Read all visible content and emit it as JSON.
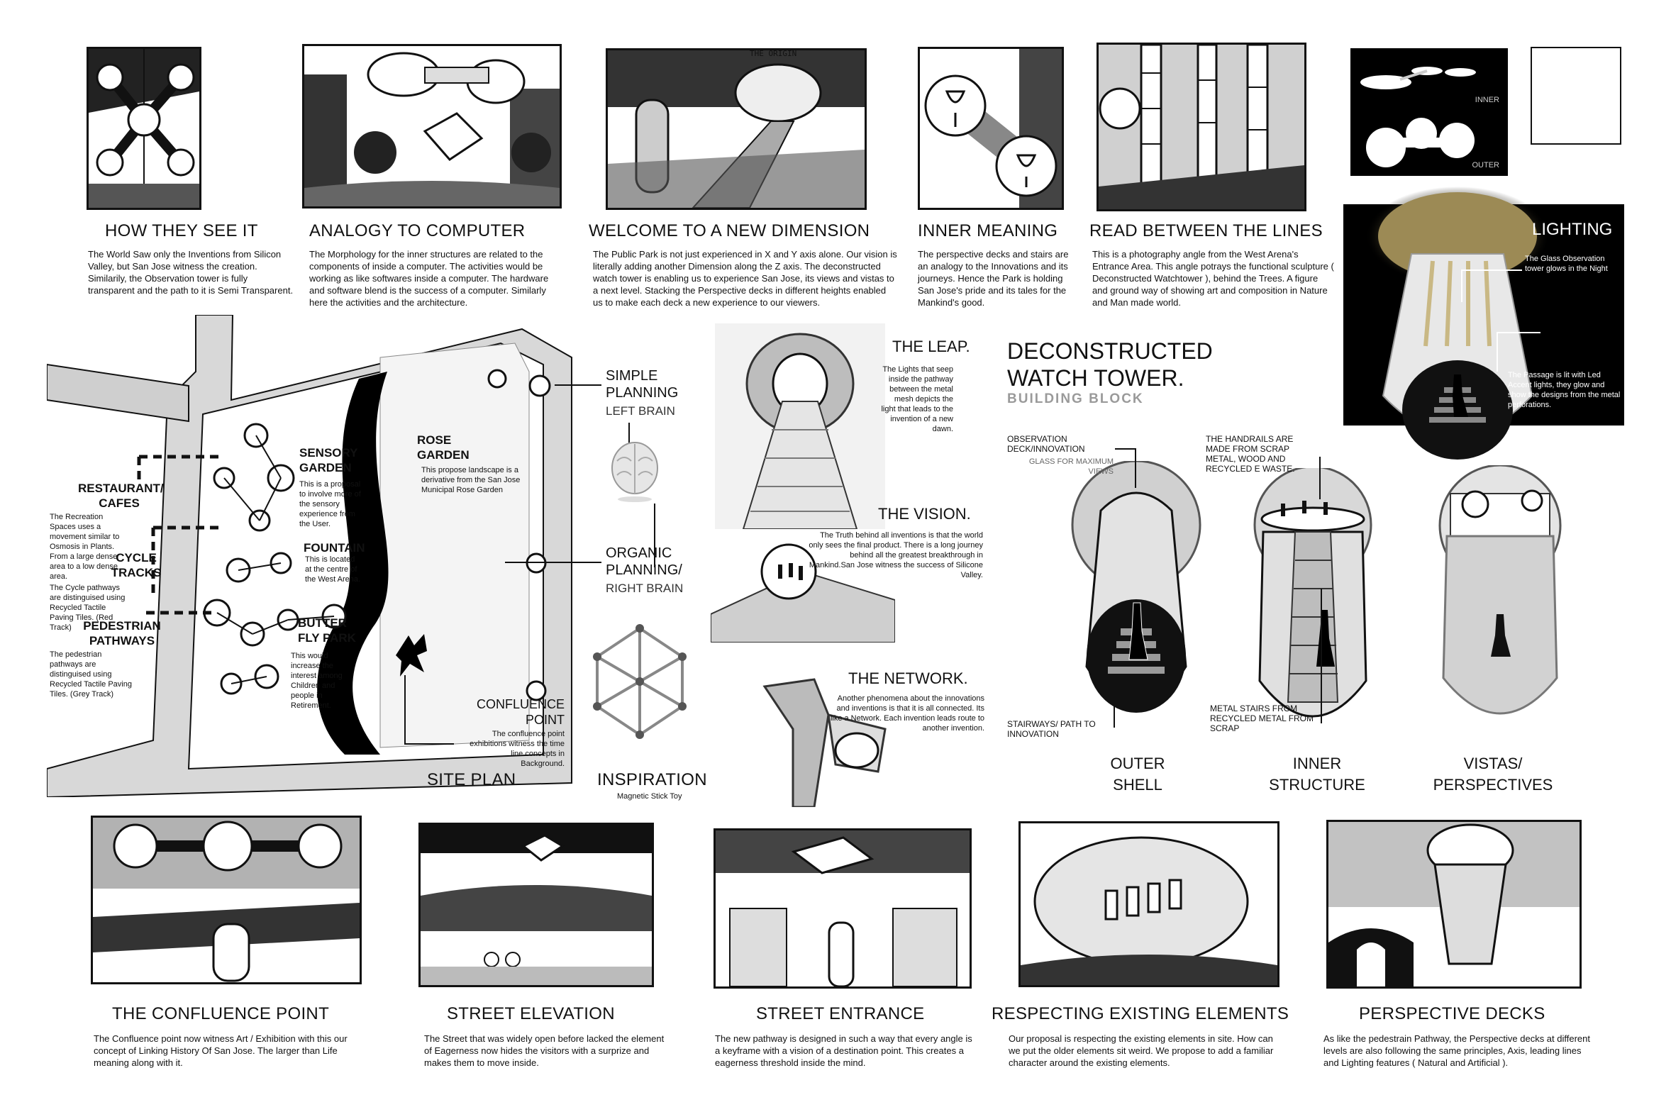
{
  "top_panels": [
    {
      "title": "HOW THEY SEE IT",
      "text": "The World Saw only the Inventions from Silicon Valley, but San Jose witness the creation. Similarily, the Observation tower is fully transparent and the path to it is Semi Transparent."
    },
    {
      "title": "ANALOGY TO COMPUTER",
      "text": "The Morphology for the inner structures are related to the components of inside a computer. The activities would be working as like softwares inside a computer. The hardware and software blend is the success of a computer. Similarly here the activities and the architecture."
    },
    {
      "title": "WELCOME TO A NEW DIMENSION",
      "text": "The Public Park is not just experienced in X and Y axis alone. Our vision is literally adding another Dimension along the Z axis. The deconstructed watch tower is enabling us to experience San Jose, its views and vistas to a next level. Stacking the Perspective decks in different heights enabled us to make each deck a new experience to our viewers.",
      "sketch_note": "THE ORIGIN"
    },
    {
      "title": "INNER MEANING",
      "text": "The perspective decks and stairs are an analogy to the Innovations and its journeys. Hence the Park is holding San Jose's pride and its tales for the Mankind's good."
    },
    {
      "title": "READ BETWEEN THE LINES",
      "text": "This is a photography angle from the West Arena's Entrance Area. This angle potrays the functional sculpture ( Deconstructed Watchtower ), behind the Trees. A figure and ground way of showing art and composition in Nature and Man made world."
    }
  ],
  "inner_outer": {
    "inner": "INNER",
    "outer": "OUTER"
  },
  "lighting": {
    "title": "LIGHTING",
    "note1": "The Glass Observation tower glows in the Night",
    "note2": "The Passage is lit with Led Accent lights, they glow and show the designs from the metal perforations."
  },
  "site_plan": {
    "title": "SITE PLAN",
    "labels": {
      "restaurant": "RESTAURANT/ CAFES",
      "restaurant_text": "The Recreation Spaces uses a movement similar to Osmosis in Plants. From a large dense area to a low dense area.",
      "cycle": "CYCLE TRACKS",
      "cycle_text": "The Cycle pathways are distinguised using Recycled Tactile Paving Tiles. (Red Track)",
      "pedestrian": "PEDESTRIAN PATHWAYS",
      "pedestrian_text": "The pedestrian pathways are distinguised using Recycled Tactile Paving Tiles. (Grey Track)",
      "sensory": "SENSORY GARDEN",
      "sensory_text": "This is a proposal to involve more of the sensory experience from the User.",
      "fountain": "FOUNTAIN",
      "fountain_text": "This is located at the centre of the West Arena.",
      "butterfly": "BUTTER FLY PARK",
      "butterfly_text": "This would increase the interest among Children and people in Retirement.",
      "rose": "ROSE GARDEN",
      "rose_text": "This propose landscape is a derivative from the San Jose Municipal Rose Garden",
      "confluence": "CONFLUENCE POINT",
      "confluence_text": "The confluence point exhibitions witness the time line concepts in Background."
    }
  },
  "inspiration": {
    "simple_title": "SIMPLE PLANNING",
    "simple_sub": "LEFT BRAIN",
    "organic_title": "ORGANIC PLANNING/",
    "organic_sub": "RIGHT BRAIN",
    "title": "INSPIRATION",
    "sub": "Magnetic Stick Toy"
  },
  "leap": {
    "title": "THE LEAP.",
    "text": "The Lights that seep inside the pathway between the metal mesh depicts the light that leads to the invention of a new dawn."
  },
  "vision": {
    "title": "THE VISION.",
    "text": "The Truth behind all inventions is that the world only sees the final product. There is a long journey behind all the greatest breakthrough in Mankind.San Jose witness the success of Silicone Valley."
  },
  "network": {
    "title": "THE NETWORK.",
    "text": "Another phenomena about the innovations and inventions is that it is all connected. Its like a Network. Each invention leads route to another invention."
  },
  "tower": {
    "title_line1": "DECONSTRUCTED",
    "title_line2": "WATCH TOWER.",
    "subtitle": "BUILDING BLOCK",
    "obs_label": "OBSERVATION DECK/INNOVATION",
    "obs_sub": "GLASS FOR MAXIMUM VIEWS",
    "handrails": "THE HANDRAILS ARE MADE FROM SCRAP METAL, WOOD AND RECYCLED E WASTE.",
    "stairways": "STAIRWAYS/ PATH TO INNOVATION",
    "metal_stairs": "METAL STAIRS FROM RECYCLED METAL FROM SCRAP",
    "outer_shell": "OUTER SHELL",
    "inner_structure": "INNER STRUCTURE",
    "vistas": "VISTAS/ PERSPECTIVES"
  },
  "bottom_panels": [
    {
      "title": "THE CONFLUENCE POINT",
      "text": "The Confluence point now witness Art / Exhibition with this our concept of Linking History Of San Jose. The larger than Life meaning along with it."
    },
    {
      "title": "STREET ELEVATION",
      "text": "The Street that was widely open before lacked the element of Eagerness now hides the visitors with a surprize and makes them to move inside."
    },
    {
      "title": "STREET ENTRANCE",
      "text": "The new pathway is designed in such a way that every angle is a keyframe with a vision of a destination point. This creates a eagerness threshold inside the mind."
    },
    {
      "title": "RESPECTING EXISTING ELEMENTS",
      "text": "Our proposal is respecting the existing elements in site. How can we put the older elements sit weird. We propose to add a familiar character around the existing elements."
    },
    {
      "title": "PERSPECTIVE DECKS",
      "text": "As like the pedestrain Pathway, the Perspective decks at different levels are also following the same principles, Axis, leading lines and Lighting features ( Natural and Artificial )."
    }
  ]
}
